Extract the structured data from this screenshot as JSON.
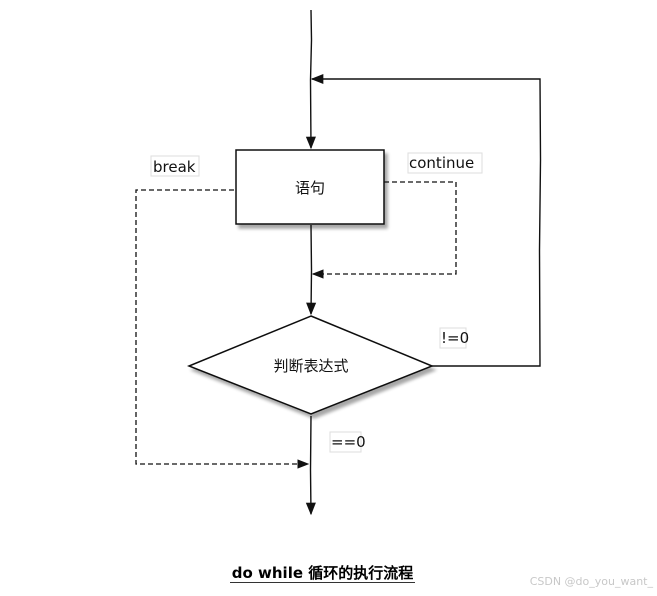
{
  "nodes": {
    "statement": "语句",
    "condition": "判断表达式"
  },
  "labels": {
    "break": "break",
    "continue": "continue",
    "not_zero": "!=0",
    "equals_zero": "==0"
  },
  "caption": "do while 循环的执行流程",
  "watermark": "CSDN @do_you_want_"
}
